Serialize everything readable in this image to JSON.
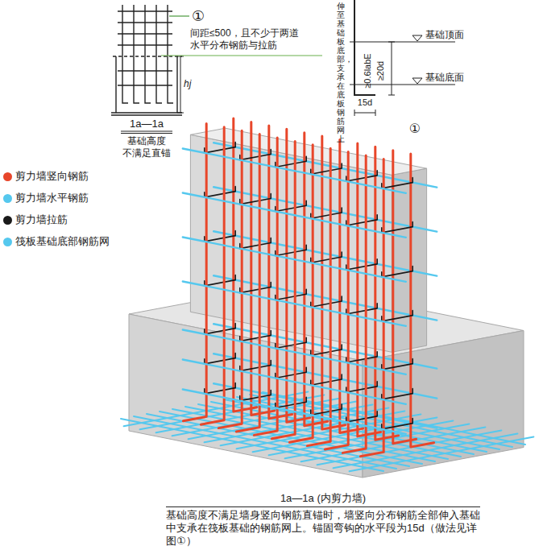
{
  "diagram": {
    "caption": "基础高度不满足墙身竖向钢筋直锚时，墙竖向分布钢筋全部伸入基础中支承在筏板基础的钢筋网上。锚固弯钩的水平段为15d（做法见详图①）",
    "labels": [
      "1a—1a",
      "基础高度 不满足直锚",
      "①",
      "间距≤500，且不少于两道 水平分布钢筋与拉筋",
      "hj",
      "伸至基础板底部，支承在底板钢筋网上",
      "基础顶面",
      "基础底面",
      "≥0.6labE",
      "≥20d",
      "15d",
      "①",
      "1a—1a (内剪力墙)"
    ],
    "legend": [
      {
        "text": "剪力墙竖向钢筋",
        "color": "#e8462a"
      },
      {
        "text": "剪力墙水平钢筋",
        "color": "#55c8ee"
      },
      {
        "text": "剪力墙拉筋",
        "color": "#1a1a1a"
      },
      {
        "text": "筏板基础底部钢筋网",
        "color": "#55c8ee"
      }
    ]
  }
}
